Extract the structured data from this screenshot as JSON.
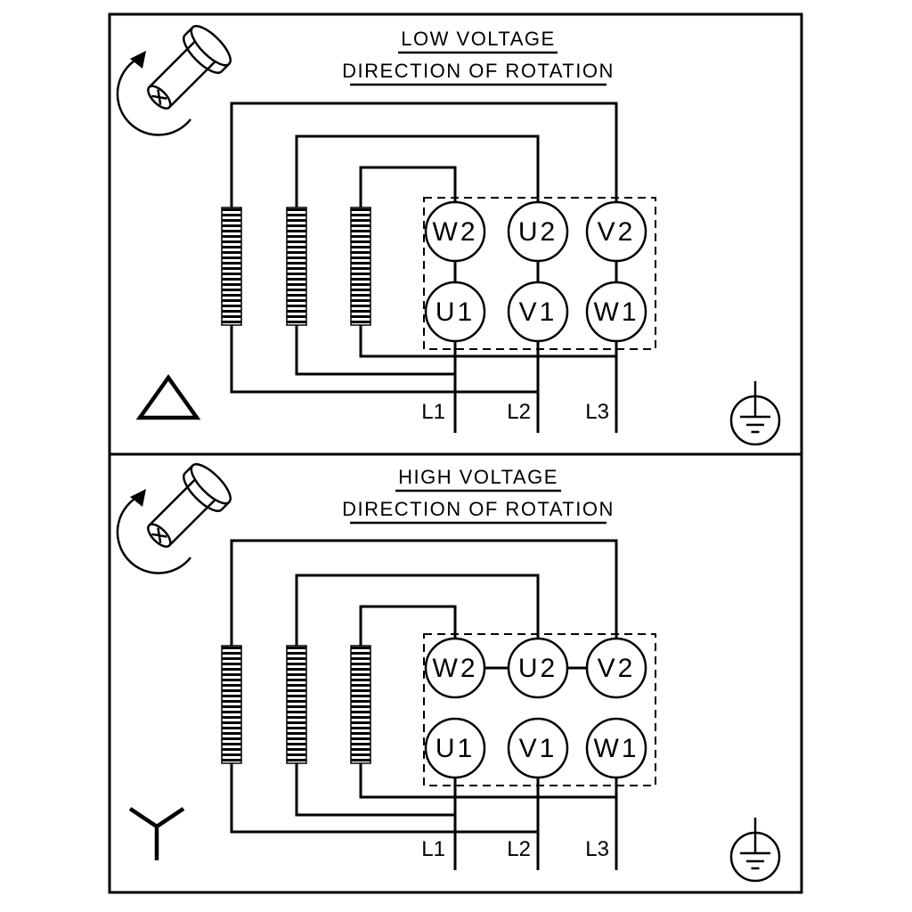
{
  "diagram": {
    "kind": "motor-terminal-wiring-diagram",
    "colors": {
      "line": "#000000",
      "background": "#ffffff"
    },
    "panels": [
      {
        "title": "LOW VOLTAGE",
        "subtitle": "DIRECTION OF ROTATION",
        "connection": "delta",
        "icons": {
          "rotation": "rotating-shaft-icon",
          "connection": "delta-icon",
          "ground": "earth-ground-icon"
        },
        "terminals": {
          "top": [
            "W2",
            "U2",
            "V2"
          ],
          "bottom": [
            "U1",
            "V1",
            "W1"
          ]
        },
        "supply_lines": [
          "L1",
          "L2",
          "L3"
        ]
      },
      {
        "title": "HIGH VOLTAGE",
        "subtitle": "DIRECTION OF ROTATION",
        "connection": "star",
        "icons": {
          "rotation": "rotating-shaft-icon",
          "connection": "star-icon",
          "ground": "earth-ground-icon"
        },
        "terminals": {
          "top": [
            "W2",
            "U2",
            "V2"
          ],
          "bottom": [
            "U1",
            "V1",
            "W1"
          ]
        },
        "supply_lines": [
          "L1",
          "L2",
          "L3"
        ]
      }
    ]
  }
}
